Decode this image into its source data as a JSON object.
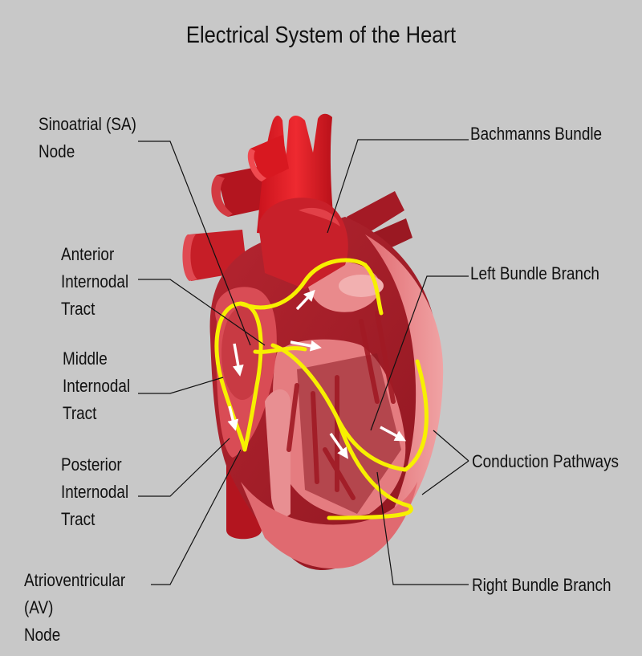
{
  "title": "Electrical System of the Heart",
  "labels": {
    "sa_node": [
      "Sinoatrial (SA)",
      " Node"
    ],
    "anterior": [
      "Anterior",
      "Internodal",
      "Tract"
    ],
    "middle": [
      "Middle",
      "Internodal",
      "Tract"
    ],
    "posterior": [
      "Posterior",
      "Internodal",
      "Tract"
    ],
    "av_node": [
      "Atrioventricular",
      "(AV)",
      "Node"
    ],
    "bachmanns": "Bachmanns  Bundle",
    "left_bundle": "Left Bundle Branch",
    "conduction": "Conduction Pathways",
    "right_bundle": "Right Bundle Branch"
  },
  "colors": {
    "background": "#c8c8c8",
    "aorta": "#e8202a",
    "muscle": "#a51c26",
    "interior": "#e37a7e",
    "conduction": "#f7f000"
  }
}
